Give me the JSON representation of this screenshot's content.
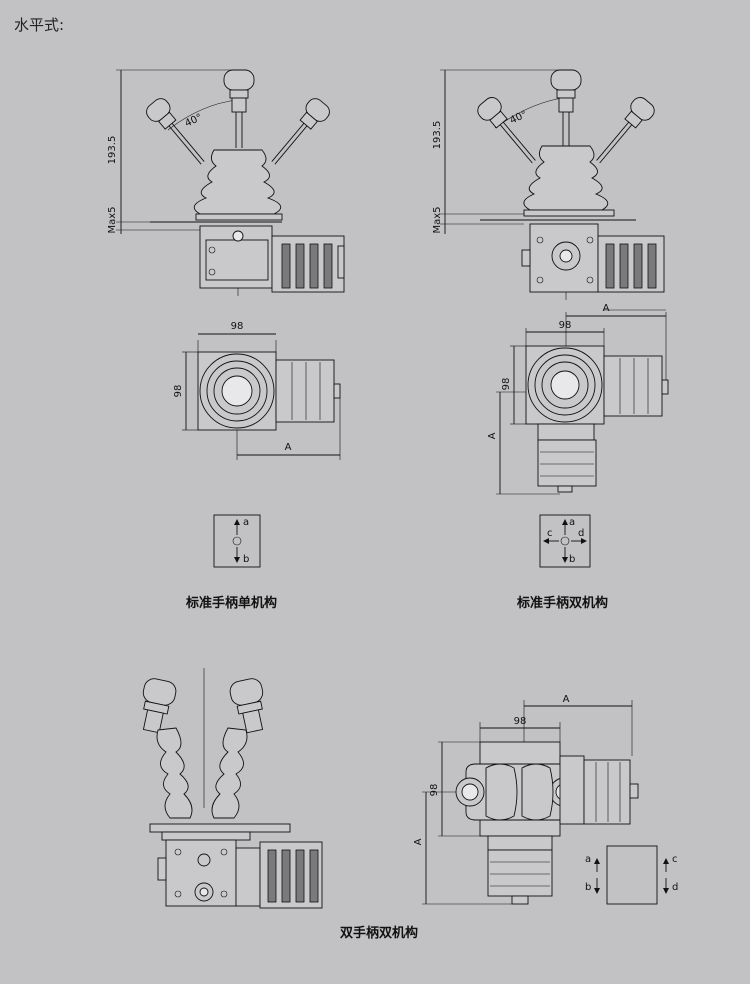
{
  "page": {
    "title": "水平式:"
  },
  "single": {
    "caption": "标准手柄单机构",
    "dim_height": "193.5",
    "dim_max": "Max5",
    "angle": "40°",
    "width": "98",
    "depth": "98",
    "len": "A",
    "dir_a": "a",
    "dir_b": "b"
  },
  "double": {
    "caption": "标准手柄双机构",
    "dim_height": "193.5",
    "dim_max": "Max5",
    "angle": "40°",
    "width": "98",
    "depth": "98",
    "len_top": "A",
    "len_side": "A",
    "dir_a": "a",
    "dir_b": "b",
    "dir_c": "c",
    "dir_d": "d"
  },
  "twin": {
    "caption": "双手柄双机构",
    "width": "98",
    "depth": "98",
    "len_top": "A",
    "len_side": "A",
    "dir_a": "a",
    "dir_b": "b",
    "dir_c": "c",
    "dir_d": "d"
  }
}
